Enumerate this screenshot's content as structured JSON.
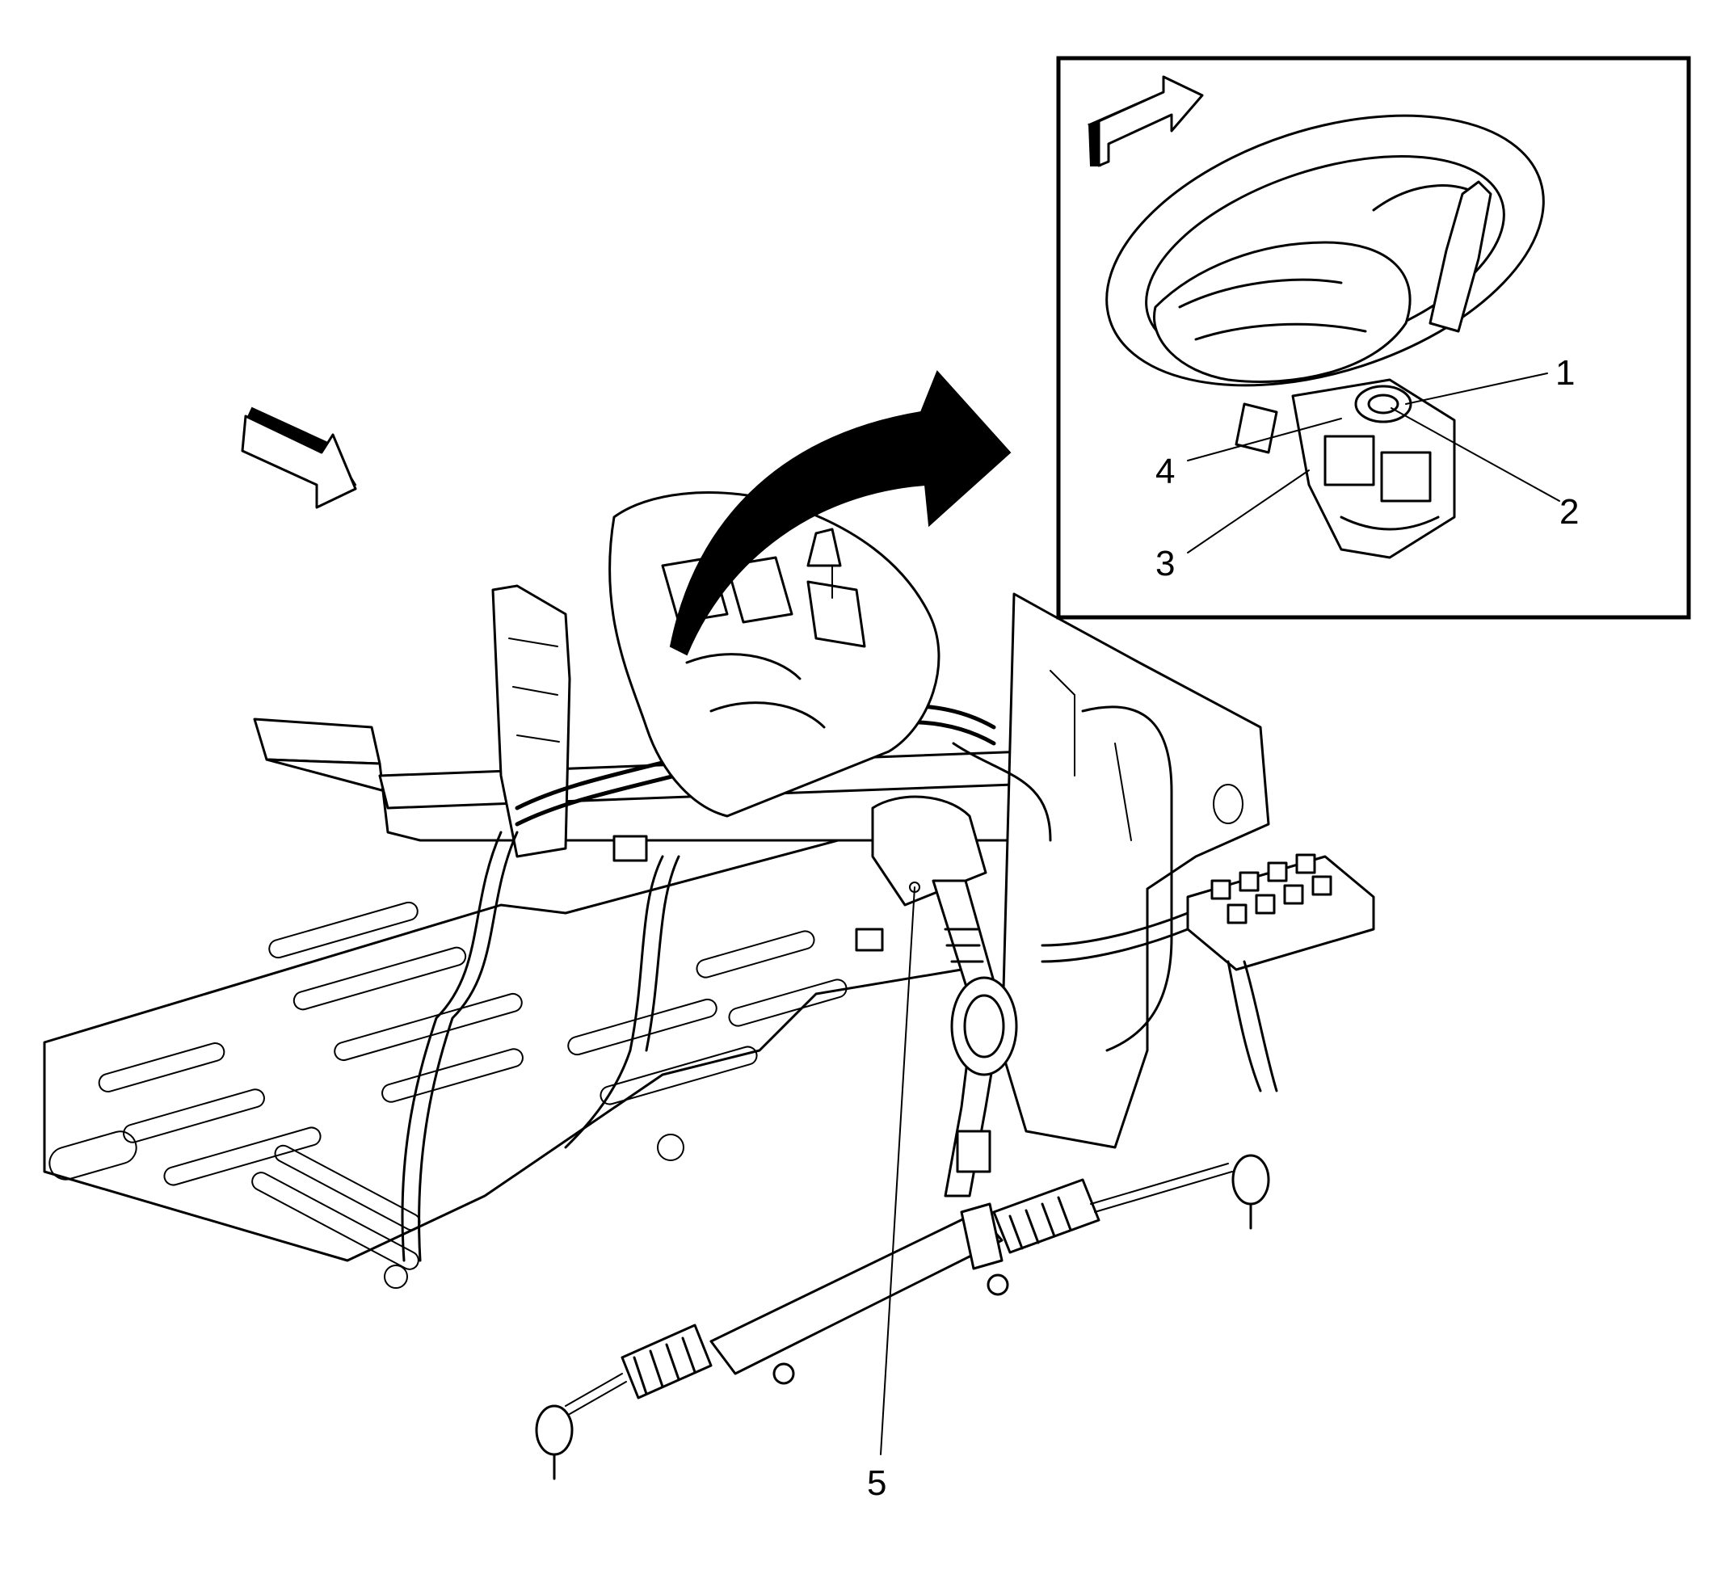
{
  "callouts": [
    {
      "label": "1"
    },
    {
      "label": "2"
    },
    {
      "label": "3"
    },
    {
      "label": "4"
    },
    {
      "label": "5"
    }
  ],
  "colors": {
    "line": "#000000",
    "background": "#ffffff"
  },
  "icons": {
    "view_arrow_main": "view-direction-arrow",
    "view_arrow_inset": "view-direction-arrow",
    "detail_arrow": "curved-detail-arrow"
  }
}
